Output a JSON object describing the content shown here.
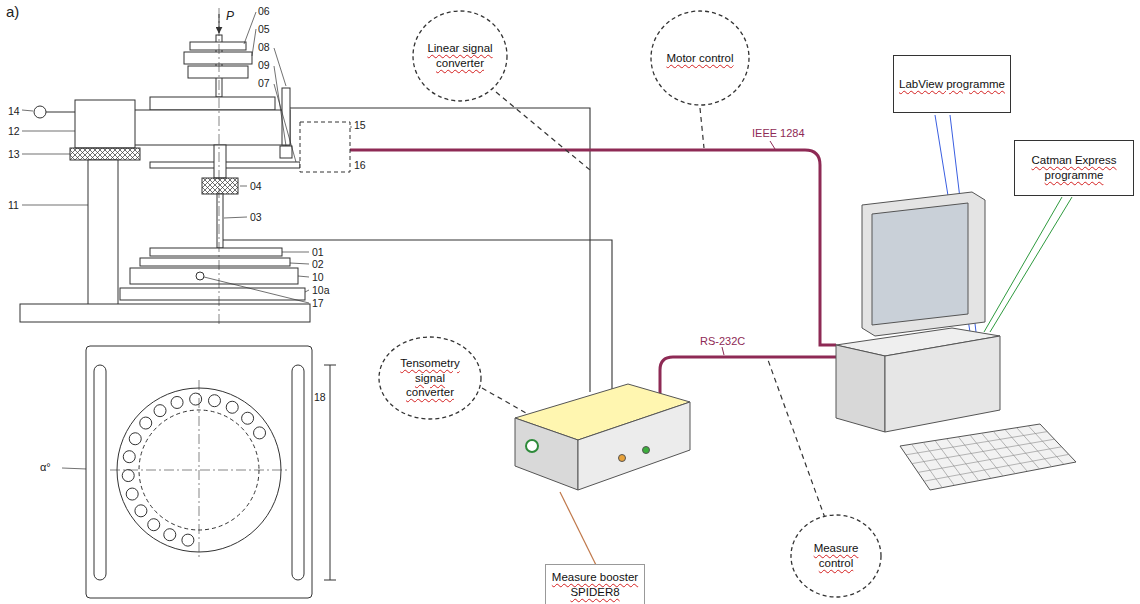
{
  "diagram": {
    "nodes": [
      {
        "text": [
          "Linear signal converter"
        ]
      },
      {
        "text": [
          "Motor control"
        ]
      },
      {
        "text": [
          "LabView programme"
        ]
      },
      {
        "text": [
          "Catman Express programme"
        ]
      },
      {
        "text": [
          "Tensometry signal converter"
        ]
      },
      {
        "text": [
          "Measure booster SPIDER8"
        ]
      },
      {
        "text": [
          "Measure control"
        ]
      }
    ],
    "labels": [
      "a)",
      "P",
      "06",
      "05",
      "08",
      "09",
      "07",
      "14",
      "12",
      "13",
      "11",
      "15",
      "16",
      "04",
      "03",
      "01",
      "02",
      "10",
      "10a",
      "17",
      "α°",
      "18",
      "IEEE 1284",
      "RS-232C"
    ]
  }
}
